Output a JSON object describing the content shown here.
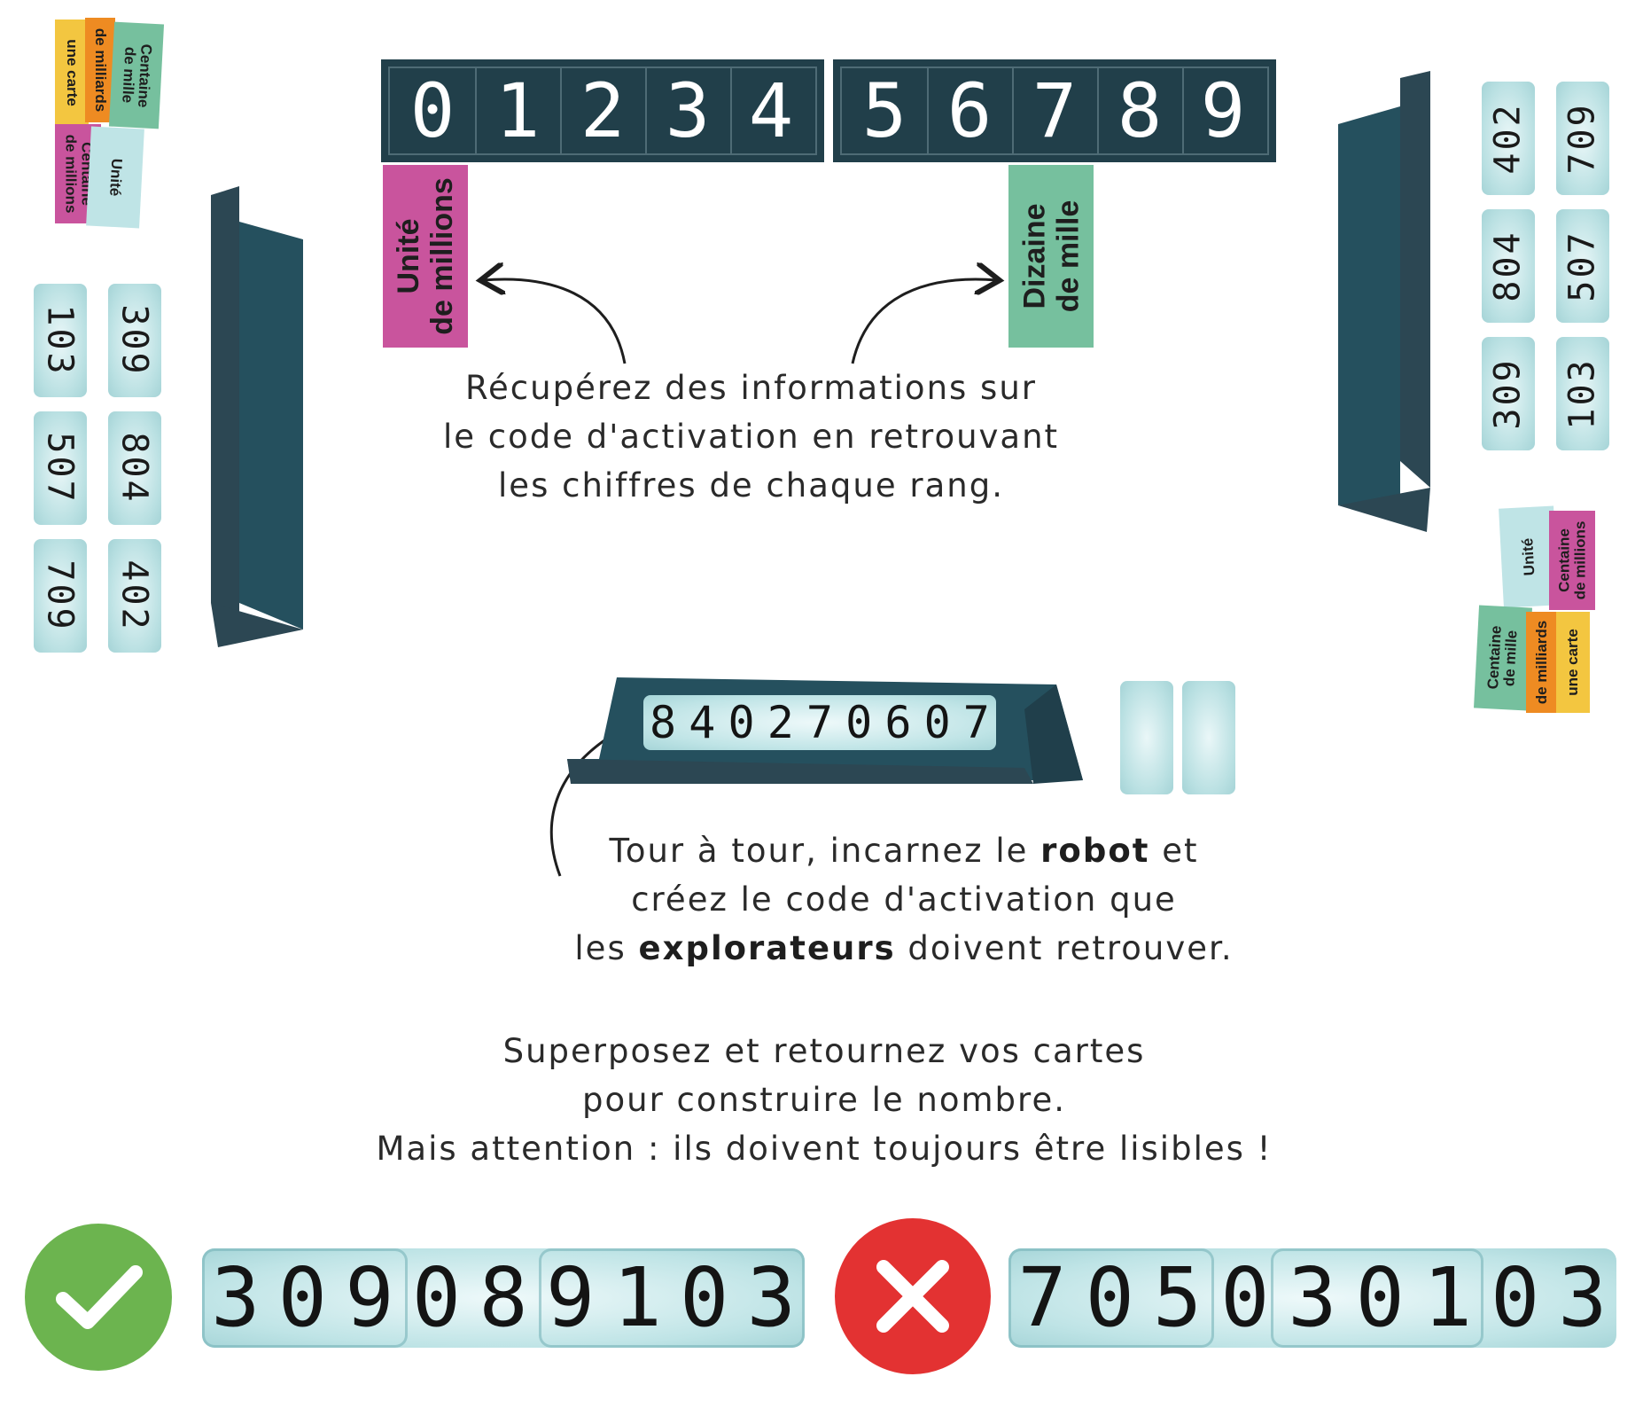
{
  "colors": {
    "panel": "#213f4a",
    "card_light": "#bfe4e6",
    "magenta": "#c9549d",
    "green_label": "#76c09e",
    "yellow": "#f3c640",
    "orange": "#ee8b22",
    "check": "#6cb44f",
    "cross": "#e33232"
  },
  "digits_strip": [
    "0",
    "1",
    "2",
    "3",
    "4",
    "5",
    "6",
    "7",
    "8",
    "9"
  ],
  "labels": {
    "unite_millions": "Unité\nde millions",
    "dizaine_mille": "Dizaine\nde mille"
  },
  "text": {
    "intro_line1": "Récupérez des informations sur",
    "intro_line2": "le code d'activation en retrouvant",
    "intro_line3": "les chiffres de chaque rang.",
    "turn_a": "Tour à tour, incarnez le ",
    "turn_robot": "robot",
    "turn_b": " et",
    "turn_line2": "créez le code d'activation que",
    "turn_c": "les ",
    "turn_explorateurs": "explorateurs",
    "turn_d": " doivent retrouver.",
    "stack_line1": "Superposez et retournez vos cartes",
    "stack_line2": "pour construire le nombre.",
    "stack_line3": "Mais attention : ils doivent toujours être lisibles !"
  },
  "tags": {
    "centaine_mille": "Centaine\nde mille",
    "milliards": "de milliards",
    "une_carte": "une carte",
    "centaine_millions": "Centaine\nde millions",
    "unite": "Unité"
  },
  "left_cards": [
    "103",
    "309",
    "507",
    "804",
    "709",
    "402"
  ],
  "right_cards": [
    "402",
    "709",
    "804",
    "507",
    "309",
    "103"
  ],
  "robot_code": [
    "8",
    "4",
    "0",
    "2",
    "7",
    "0",
    "6",
    "0",
    "7"
  ],
  "good_example": [
    "3",
    "0",
    "9",
    "0",
    "8",
    "9",
    "1",
    "0",
    "3"
  ],
  "bad_example": [
    "7",
    "0",
    "5",
    "0",
    "3",
    "0",
    "1",
    "0",
    "3"
  ]
}
